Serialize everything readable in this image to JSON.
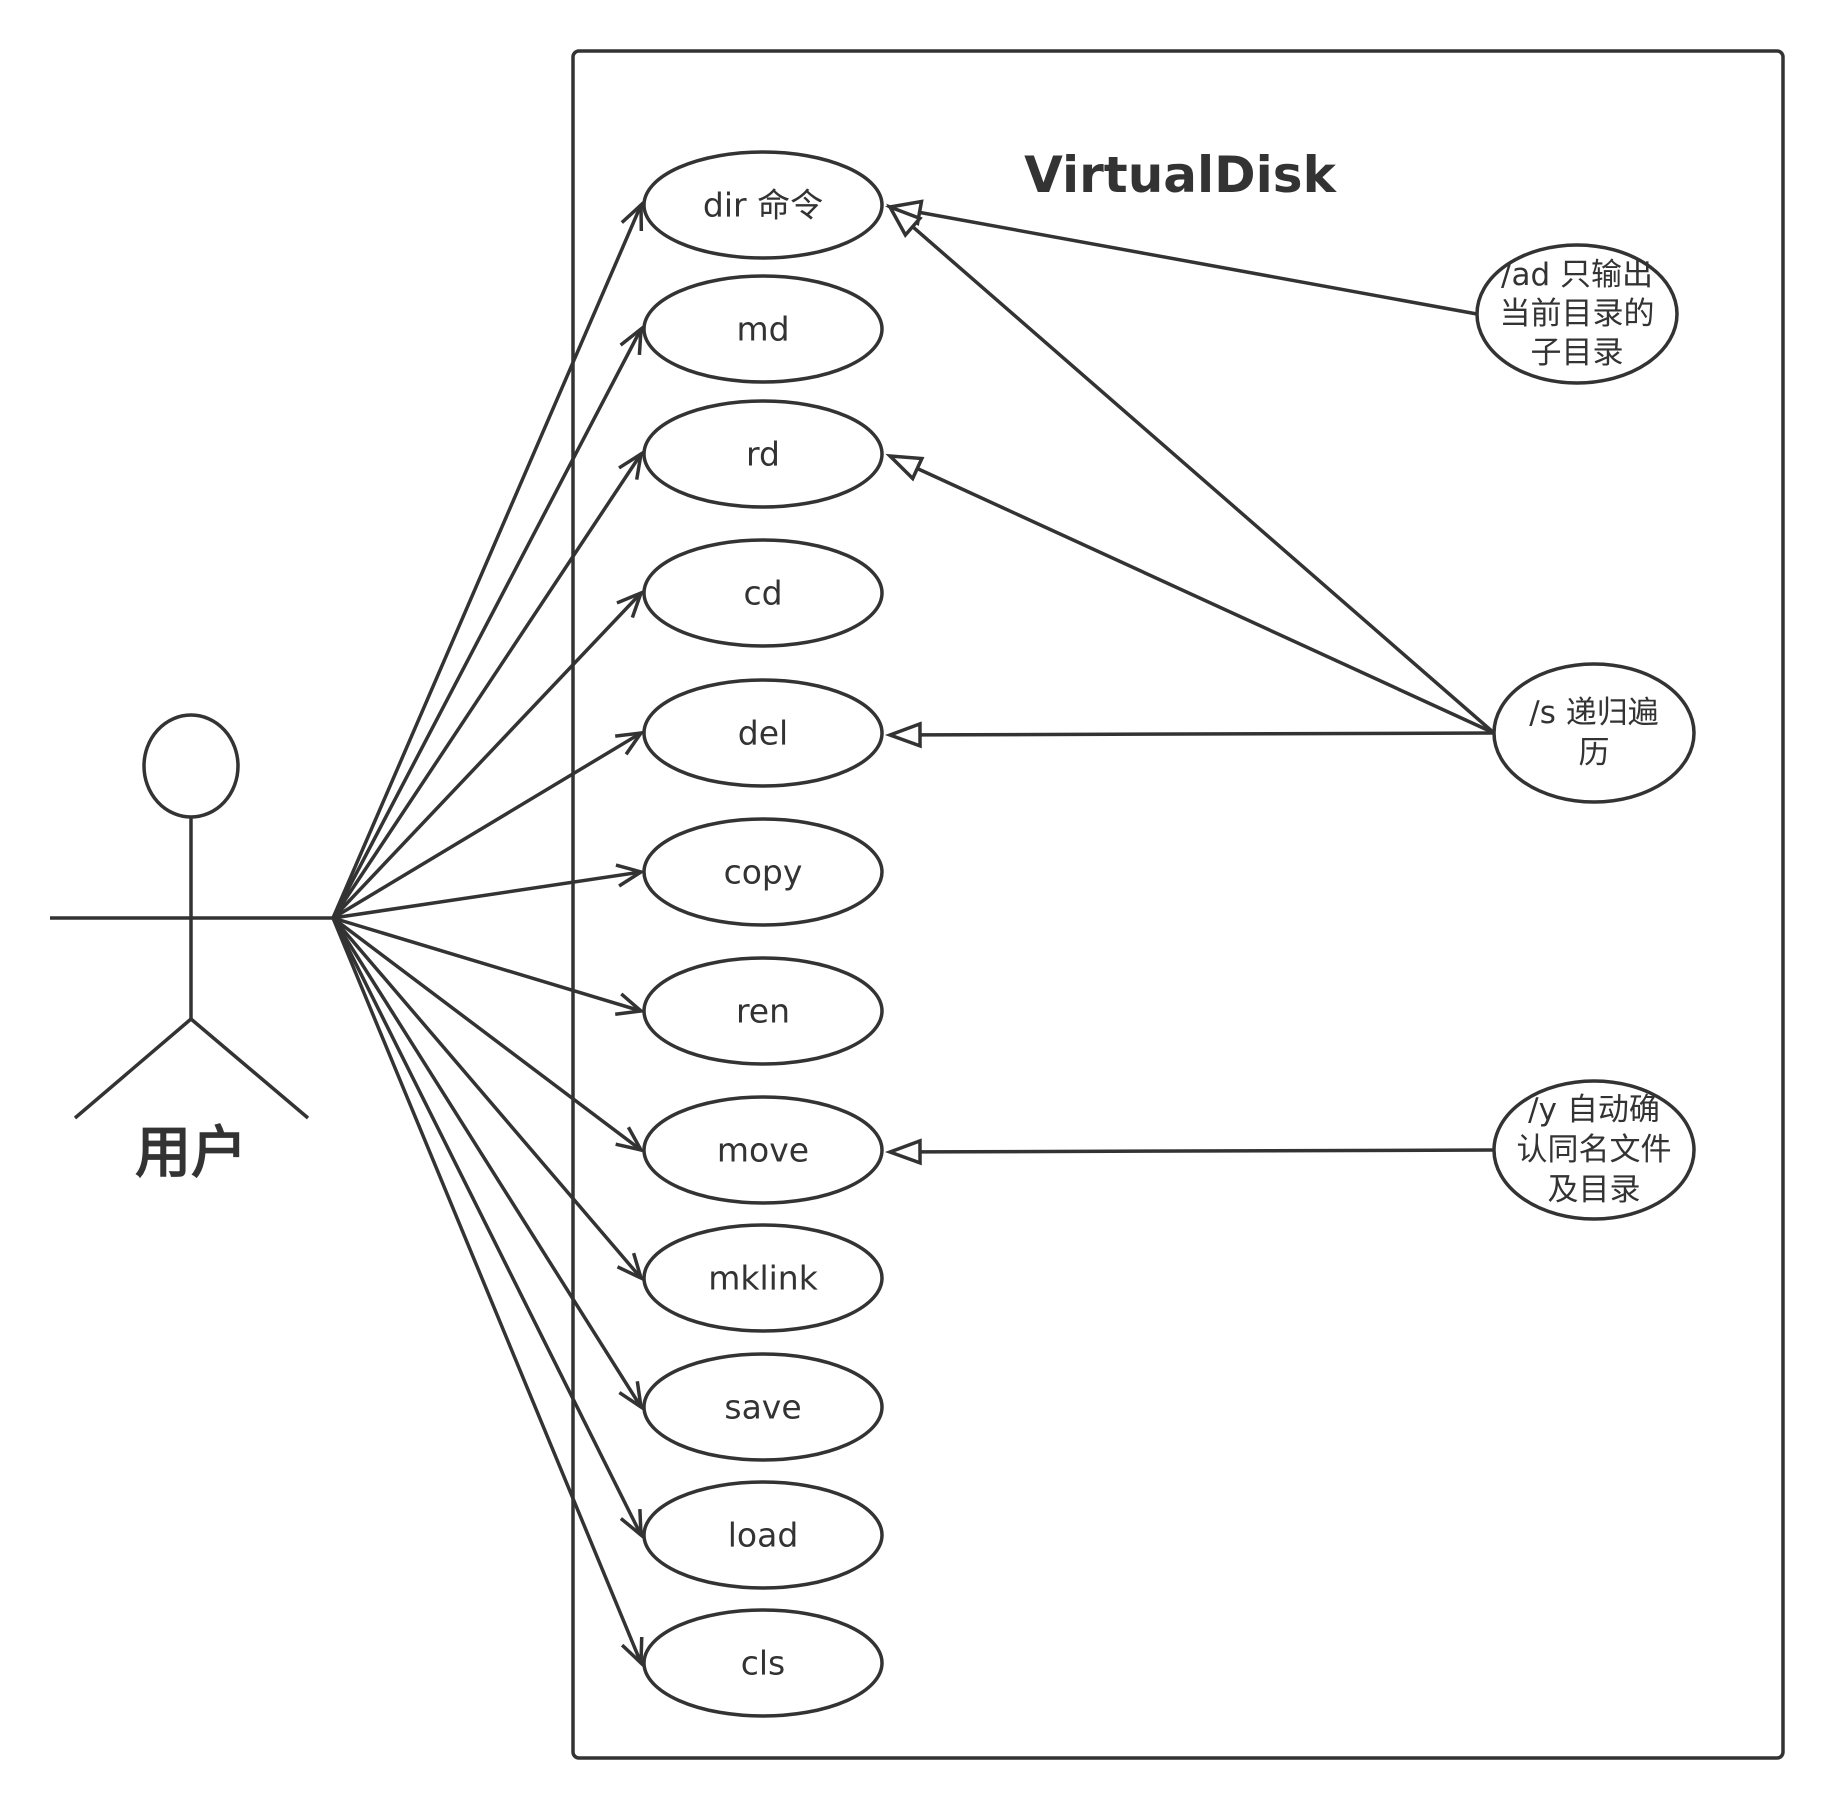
{
  "system": {
    "title": "VirtualDisk"
  },
  "actor": {
    "label": "用户"
  },
  "use_cases": [
    {
      "id": "dir",
      "label": "dir 命令"
    },
    {
      "id": "md",
      "label": "md"
    },
    {
      "id": "rd",
      "label": "rd"
    },
    {
      "id": "cd",
      "label": "cd"
    },
    {
      "id": "del",
      "label": "del"
    },
    {
      "id": "copy",
      "label": "copy"
    },
    {
      "id": "ren",
      "label": "ren"
    },
    {
      "id": "move",
      "label": "move"
    },
    {
      "id": "mklink",
      "label": "mklink"
    },
    {
      "id": "save",
      "label": "save"
    },
    {
      "id": "load",
      "label": "load"
    },
    {
      "id": "cls",
      "label": "cls"
    }
  ],
  "options": [
    {
      "id": "ad",
      "lines": [
        "/ad 只输出",
        "当前目录的",
        "子目录"
      ],
      "extends": [
        "dir"
      ]
    },
    {
      "id": "s",
      "lines": [
        "/s 递归遍",
        "历"
      ],
      "extends": [
        "dir",
        "rd",
        "del"
      ]
    },
    {
      "id": "y",
      "lines": [
        "/y 自动确",
        "认同名文件",
        "及目录"
      ],
      "extends": [
        "move"
      ]
    }
  ],
  "colors": {
    "line": "#333333",
    "background": "#ffffff"
  }
}
